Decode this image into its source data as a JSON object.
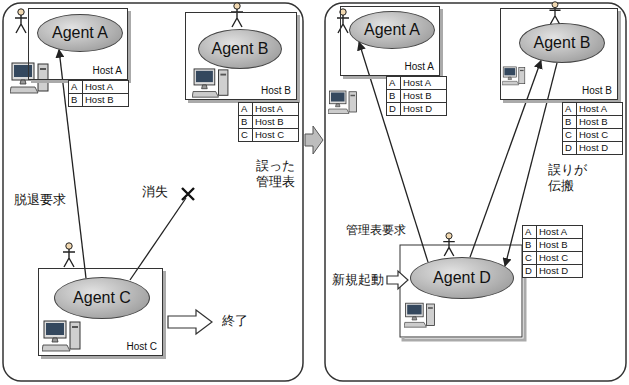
{
  "diagram": {
    "nodes": [
      {
        "text": [
          "Host A"
        ]
      },
      {
        "text": [
          "Agent A"
        ],
        "in": 0
      },
      {
        "text": [
          "A",
          "Host A",
          "B",
          "Host B"
        ]
      },
      {
        "text": [
          "Host B"
        ]
      },
      {
        "text": [
          "Agent B"
        ],
        "in": 3
      },
      {
        "text": [
          "A",
          "Host A",
          "B",
          "Host B",
          "C",
          "Host C"
        ]
      },
      {
        "text": [
          "Host C"
        ]
      },
      {
        "text": [
          "Agent C"
        ],
        "in": 6
      },
      {
        "text": [
          "Host A"
        ]
      },
      {
        "text": [
          "Agent A"
        ],
        "in": 8
      },
      {
        "text": [
          "A",
          "Host A",
          "B",
          "Host B",
          "D",
          "Host D"
        ]
      },
      {
        "text": [
          "Host B"
        ]
      },
      {
        "text": [
          "Agent B"
        ],
        "in": 11
      },
      {
        "text": [
          "A",
          "Host A",
          "B",
          "Host B",
          "C",
          "Host C",
          "D",
          "Host D"
        ]
      },
      {
        "text": [
          "Agent D"
        ]
      },
      {
        "text": [
          "A",
          "Host A",
          "B",
          "Host B",
          "C",
          "Host C",
          "D",
          "Host D"
        ]
      }
    ],
    "edges": [
      {
        "from": 7,
        "to": 1,
        "arrow": "to"
      },
      {
        "from": 14,
        "to": 9,
        "arrow": "to"
      },
      {
        "from": 14,
        "to": 12,
        "arrow": "to"
      },
      {
        "from": 12,
        "to": 14,
        "arrow": "to"
      }
    ],
    "labels": [
      "脱退要求",
      "消失",
      "誤った 管理表",
      "終了",
      "新規起動",
      "管理表要求",
      "誤りが 伝搬"
    ]
  }
}
